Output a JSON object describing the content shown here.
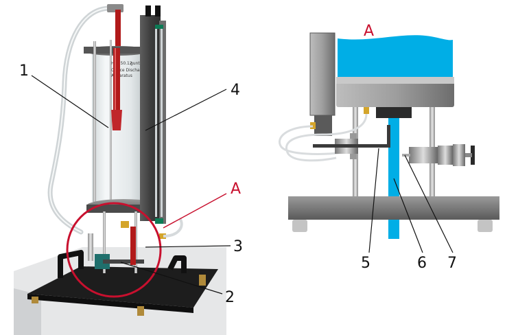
{
  "labels": {
    "l1": "1",
    "l2": "2",
    "l3": "3",
    "l4": "4",
    "l5": "5",
    "l6": "6",
    "l7": "7",
    "a_left": "A",
    "a_right": "A"
  },
  "device_plate": {
    "line1": "HM150.12",
    "line2": "gunt",
    "line3": "Orifice Discharge",
    "line4": "Apparatus"
  },
  "colors": {
    "water": "#00aee6",
    "highlight_red": "#c8102e",
    "label_text": "#111111",
    "plate_dark": "#4a4a4a",
    "base_gray": "#7a7a7a"
  }
}
